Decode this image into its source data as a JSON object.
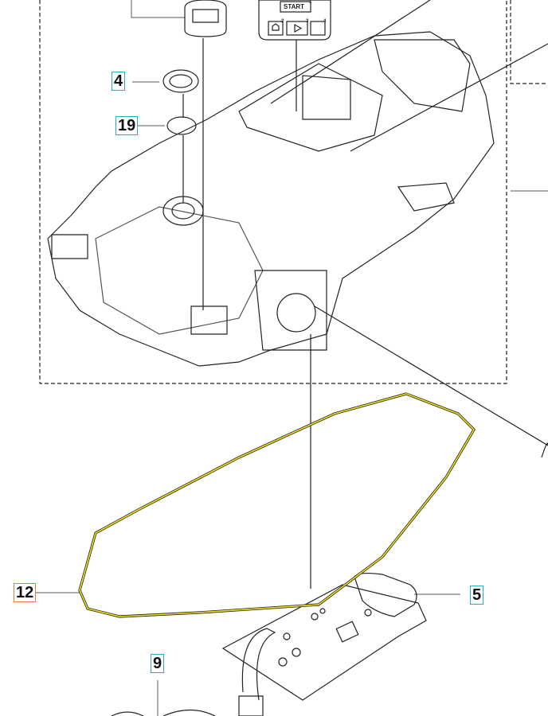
{
  "diagram": {
    "callouts": [
      {
        "id": "4",
        "label": "4",
        "color": "#27aebf"
      },
      {
        "id": "19",
        "label": "19",
        "color": "#27aebf"
      },
      {
        "id": "12",
        "label": "12",
        "color": "#f07a45"
      },
      {
        "id": "5",
        "label": "5",
        "color": "#27aebf"
      },
      {
        "id": "9",
        "label": "9",
        "color": "#27aebf"
      }
    ],
    "keypad": {
      "start_label": "START",
      "start_index": "1",
      "home_index": "2",
      "play_index": "3",
      "settings_index": "4"
    },
    "wire_color": "#f2e21a"
  }
}
